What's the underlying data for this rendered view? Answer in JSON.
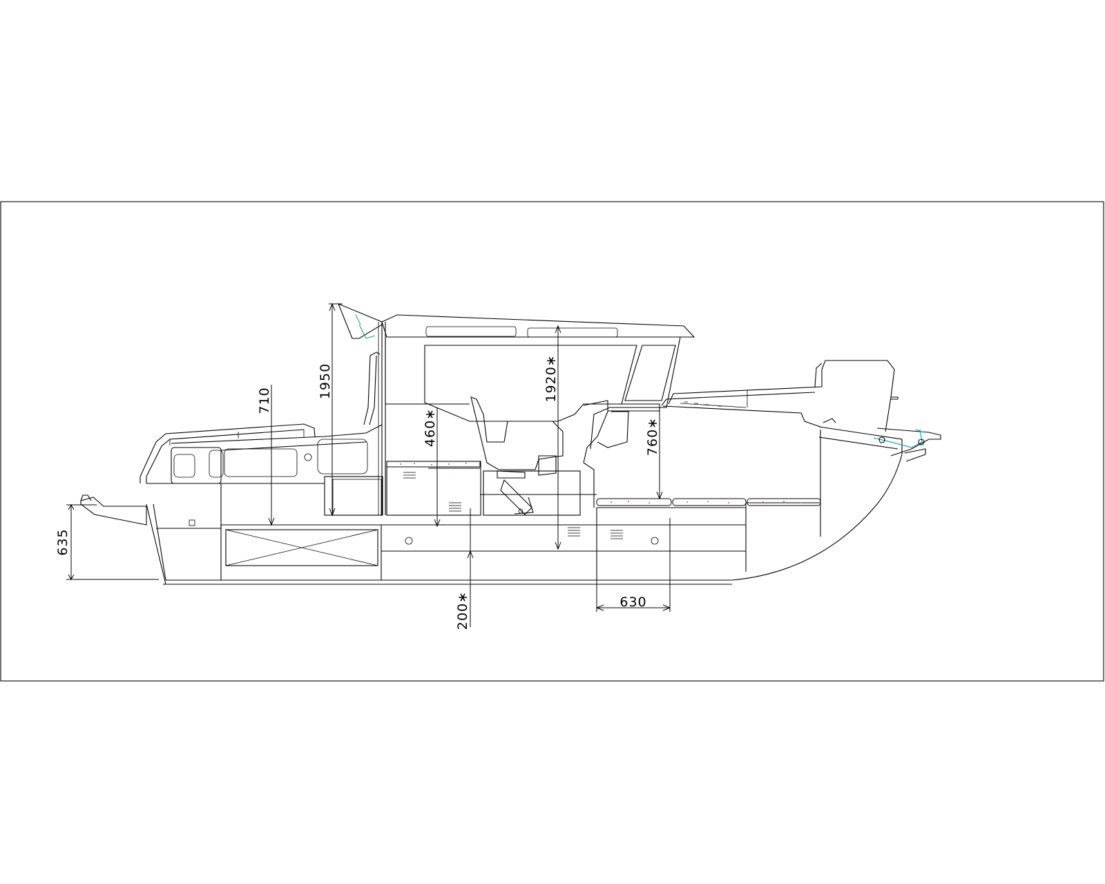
{
  "dimensions": {
    "d635": "635",
    "d710": "710",
    "d1950": "1950",
    "d460": "460∗",
    "d1920": "1920∗",
    "d760": "760∗",
    "d200": "200∗",
    "d630": "630"
  },
  "colors": {
    "line": "#000000",
    "accent_cyan": "#17a9c9",
    "accent_green": "#1a9a6a",
    "cushion_dots": "#d9534f"
  }
}
